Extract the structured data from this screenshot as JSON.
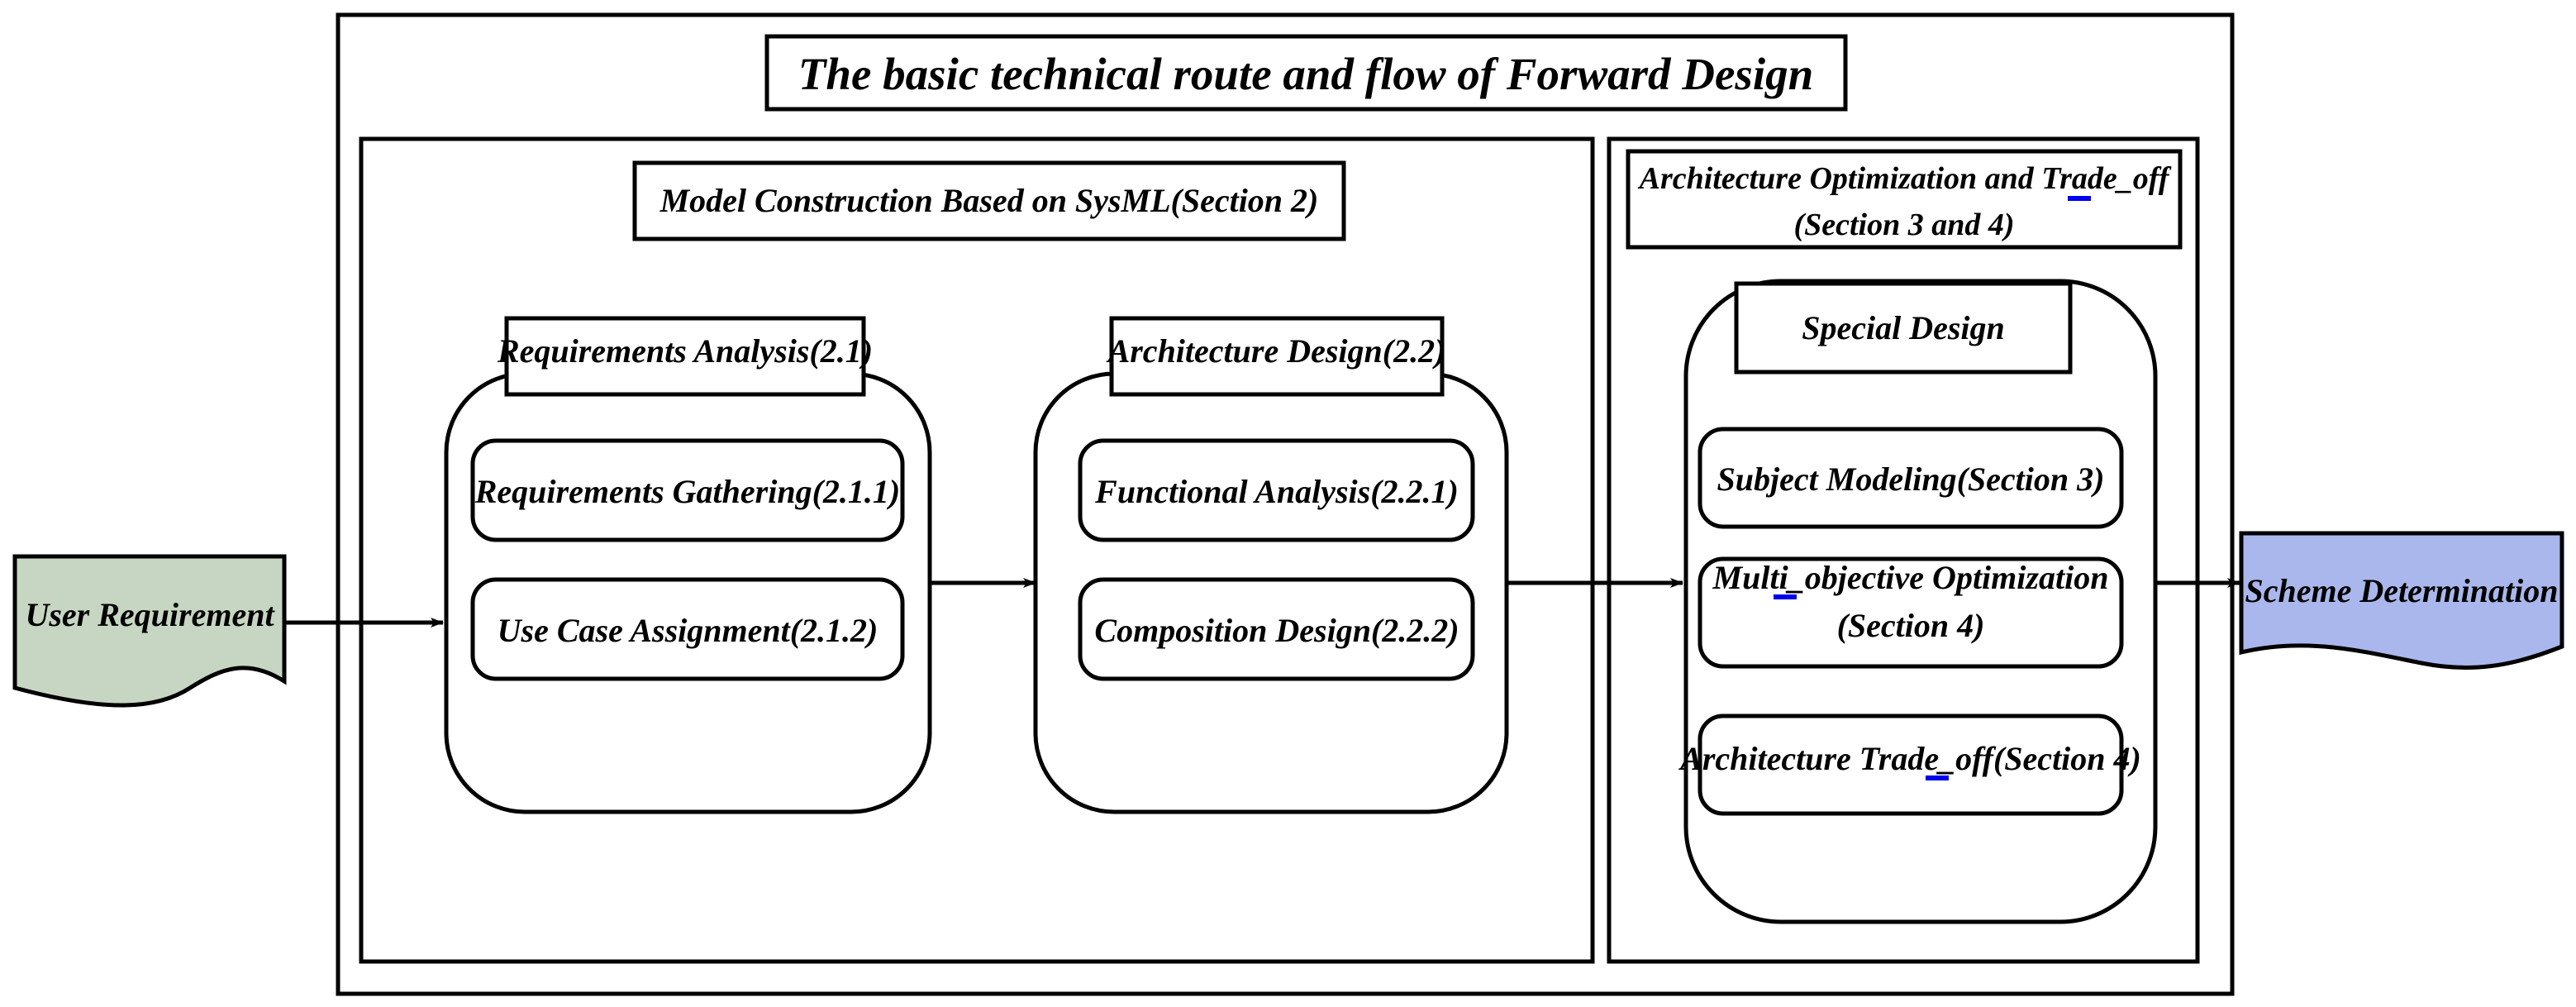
{
  "diagram": {
    "title": "The basic technical route and flow of Forward Design",
    "start_node": {
      "label": "User Requirement",
      "fill": "#c7d6c2",
      "stroke": "#000000"
    },
    "end_node": {
      "label": "Scheme Determination",
      "fill": "#aab7ec",
      "stroke": "#000000"
    },
    "panels": [
      {
        "id": "sysml",
        "header": "Model Construction Based on SysML(Section 2)",
        "groups": [
          {
            "id": "requirements-analysis",
            "header": "Requirements Analysis(2.1)",
            "steps": [
              "Requirements Gathering(2.1.1)",
              "Use Case Assignment(2.1.2)"
            ]
          },
          {
            "id": "architecture-design",
            "header": "Architecture Design(2.2)",
            "steps": [
              "Functional Analysis(2.2.1)",
              "Composition Design(2.2.2)"
            ]
          }
        ]
      },
      {
        "id": "optimization",
        "header_line1": "Architecture Optimization and Trade_off",
        "header_line2": "(Section 3 and 4)",
        "groups": [
          {
            "id": "special-design",
            "header": "Special Design",
            "steps": [
              "Subject Modeling(Section 3)",
              "Multi_objective Optimization",
              "(Section 4)",
              "Architecture Trade_off(Section 4)"
            ]
          }
        ]
      }
    ],
    "connectors": [
      {
        "from": "user-requirement",
        "to": "requirements-analysis"
      },
      {
        "from": "requirements-analysis",
        "to": "architecture-design"
      },
      {
        "from": "architecture-design",
        "to": "special-design"
      },
      {
        "from": "special-design",
        "to": "scheme-determination"
      }
    ],
    "accent_underscore_color": "#0000ee",
    "line_color": "#000000"
  }
}
